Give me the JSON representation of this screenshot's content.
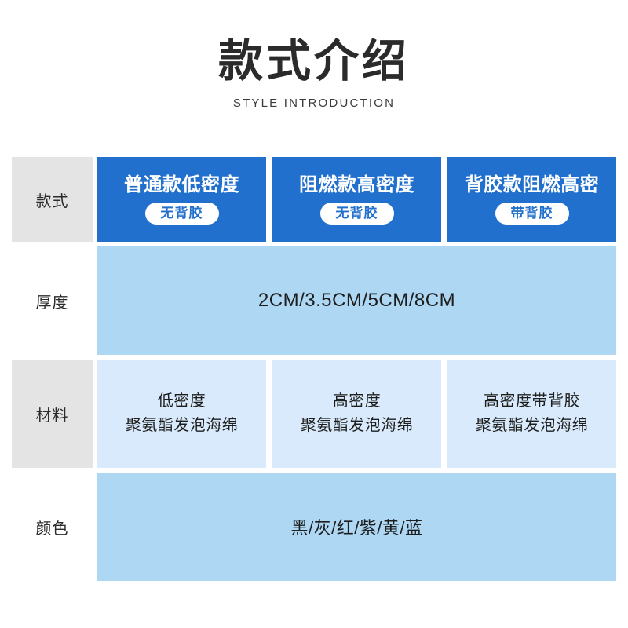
{
  "header": {
    "title": "款式介绍",
    "subtitle": "STYLE INTRODUCTION"
  },
  "colors": {
    "header_blue": "#2270cd",
    "medium_blue": "#aed7f4",
    "light_blue": "#d8eafb",
    "label_gray": "#e4e4e4",
    "text_dark": "#1d1d1d",
    "badge_white": "#ffffff"
  },
  "table": {
    "rows": [
      {
        "label": "款式",
        "label_style": "gray",
        "span": false,
        "cells": [
          {
            "title": "普通款低密度",
            "badge": "无背胶"
          },
          {
            "title": "阻燃款高密度",
            "badge": "无背胶"
          },
          {
            "title": "背胶款阻燃高密",
            "badge": "带背胶"
          }
        ]
      },
      {
        "label": "厚度",
        "label_style": "plain",
        "span": true,
        "cells": [
          {
            "lines": [
              "2CM/3.5CM/5CM/8CM"
            ]
          }
        ]
      },
      {
        "label": "材料",
        "label_style": "gray",
        "span": false,
        "cells": [
          {
            "lines": [
              "低密度",
              "聚氨酯发泡海绵"
            ]
          },
          {
            "lines": [
              "高密度",
              "聚氨酯发泡海绵"
            ]
          },
          {
            "lines": [
              "高密度带背胶",
              "聚氨酯发泡海绵"
            ]
          }
        ]
      },
      {
        "label": "颜色",
        "label_style": "plain",
        "span": true,
        "cells": [
          {
            "lines": [
              "黑/灰/红/紫/黄/蓝"
            ]
          }
        ]
      }
    ]
  }
}
